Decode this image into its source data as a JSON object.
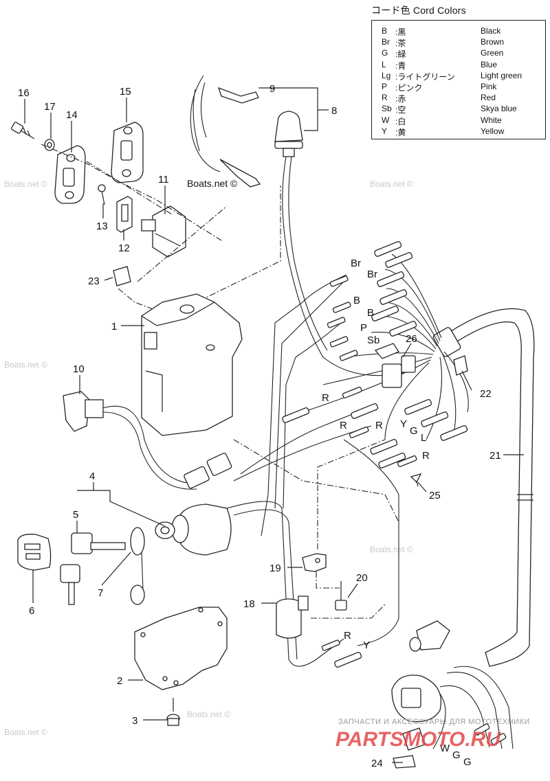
{
  "legend": {
    "title": "コード色 Cord Colors",
    "rows": [
      {
        "code": "B",
        "jp": ":黒",
        "en": "Black"
      },
      {
        "code": "Br",
        "jp": ":茶",
        "en": "Brown"
      },
      {
        "code": "G",
        "jp": ":緑",
        "en": "Green"
      },
      {
        "code": "L",
        "jp": ":青",
        "en": "Blue"
      },
      {
        "code": "Lg",
        "jp": ":ライトグリーン",
        "en": "Light green"
      },
      {
        "code": "P",
        "jp": ":ピンク",
        "en": "Pink"
      },
      {
        "code": "R",
        "jp": ":赤",
        "en": "Red"
      },
      {
        "code": "Sb",
        "jp": ":空",
        "en": "Skya blue"
      },
      {
        "code": "W",
        "jp": ":白",
        "en": "White"
      },
      {
        "code": "Y",
        "jp": ":黄",
        "en": "Yellow"
      }
    ]
  },
  "callouts": {
    "n1": "1",
    "n2": "2",
    "n3": "3",
    "n4": "4",
    "n5": "5",
    "n6": "6",
    "n7": "7",
    "n8": "8",
    "n9": "9",
    "n10": "10",
    "n11": "11",
    "n12": "12",
    "n13": "13",
    "n14": "14",
    "n15": "15",
    "n16": "16",
    "n17": "17",
    "n18": "18",
    "n19": "19",
    "n20": "20",
    "n21": "21",
    "n22": "22",
    "n23": "23",
    "n24": "24",
    "n25": "25",
    "n26": "26"
  },
  "wire_codes": {
    "br1": "Br",
    "br2": "Br",
    "b1": "B",
    "b2": "B",
    "p": "P",
    "sb": "Sb",
    "r1": "R",
    "r2": "R",
    "r3": "R",
    "r4": "R",
    "r5": "R",
    "y1": "Y",
    "y2": "Y",
    "g1": "G",
    "l": "L",
    "w": "W",
    "g2": "G",
    "g3": "G"
  },
  "watermarks": {
    "center": "Boats.net ©",
    "tl": "Boats.net ©",
    "tr": "Boats.net ©",
    "ml": "Boats.net ©",
    "mr": "Boats.net ©",
    "bl": "Boats.net ©",
    "bc": "Boats.net ©"
  },
  "footer": {
    "ru_text": "ЗАПЧАСТИ И АКСЕССУАРЫ ДЛЯ МОТОТЕХНИКИ",
    "brand": "PARTSMOTO.RU"
  }
}
